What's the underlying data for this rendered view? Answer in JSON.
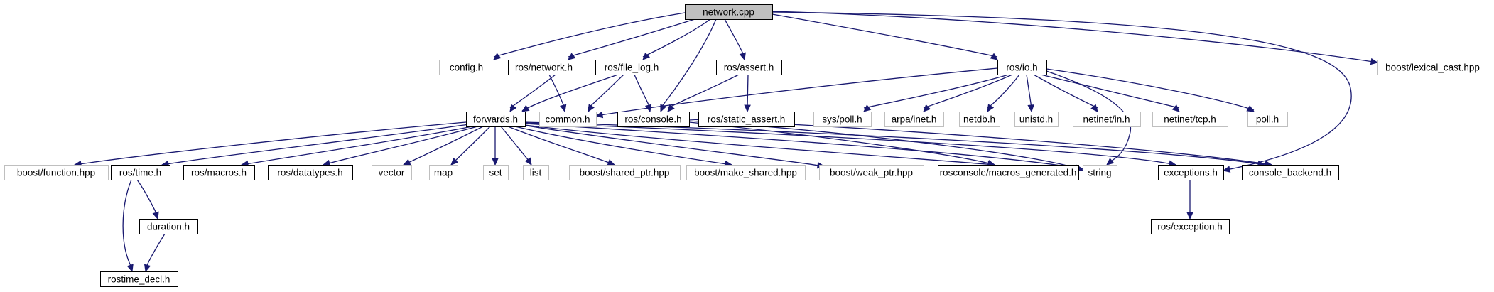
{
  "graph": {
    "title": "network.cpp",
    "colors": {
      "edge": "#191970",
      "root_fill": "#bfbfbf",
      "documented_border": "#000000",
      "undocumented_border": "#bfbfbf",
      "text": "#000000"
    },
    "nodes": {
      "root": "network.cpp",
      "config": "config.h",
      "ros_network": "ros/network.h",
      "file_log": "ros/file_log.h",
      "assert": "ros/assert.h",
      "io": "ros/io.h",
      "lexical_cast": "boost/lexical_cast.hpp",
      "forwards": "forwards.h",
      "common": "common.h",
      "console": "ros/console.h",
      "static_assert": "ros/static_assert.h",
      "sys_poll": "sys/poll.h",
      "arpa_inet": "arpa/inet.h",
      "netdb": "netdb.h",
      "unistd": "unistd.h",
      "netinet_in": "netinet/in.h",
      "netinet_tcp": "netinet/tcp.h",
      "poll": "poll.h",
      "boost_function": "boost/function.hpp",
      "ros_time": "ros/time.h",
      "ros_macros": "ros/macros.h",
      "ros_datatypes": "ros/datatypes.h",
      "vector": "vector",
      "map": "map",
      "set": "set",
      "list": "list",
      "shared_ptr": "boost/shared_ptr.hpp",
      "make_shared": "boost/make_shared.hpp",
      "weak_ptr": "boost/weak_ptr.hpp",
      "macros_generated": "rosconsole/macros_generated.h",
      "string": "string",
      "exceptions": "exceptions.h",
      "console_backend": "console_backend.h",
      "duration": "duration.h",
      "ros_exception": "ros/exception.h",
      "rostime_decl": "rostime_decl.h"
    }
  }
}
